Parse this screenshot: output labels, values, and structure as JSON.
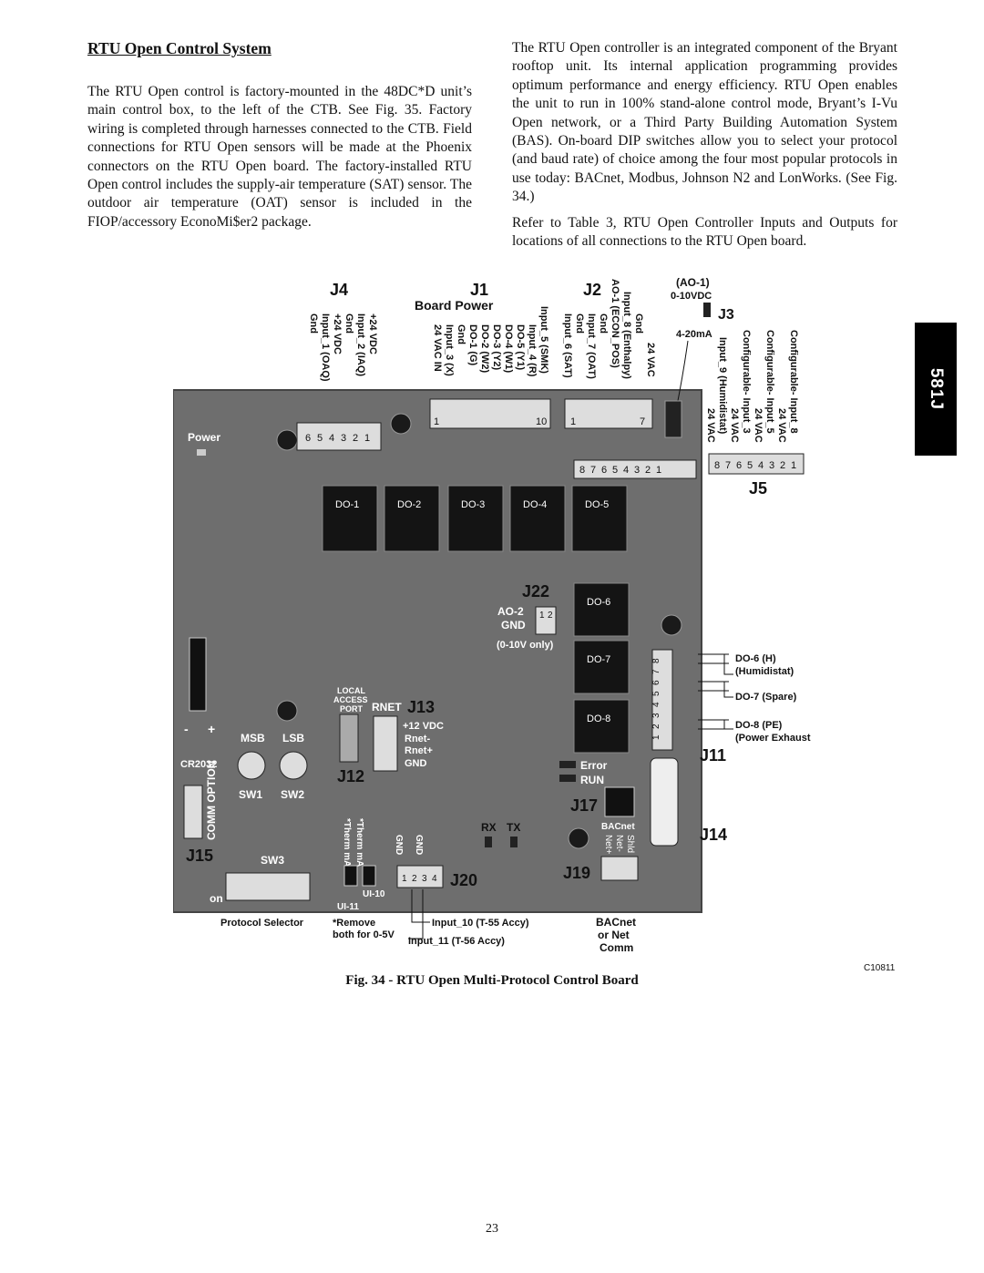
{
  "heading": "RTU Open Control System",
  "left_paragraph": "The RTU Open   control is factory-mounted in the 48DC*D unit’s main control box, to the left of the CTB. See Fig. 35. Factory wiring is completed through harnesses connected to the CTB. Field connections for RTU Open sensors will be made at the Phoenix connectors on the RTU Open board. The factory-installed RTU Open control includes the supply-air temperature (SAT) sensor. The outdoor air temperature (OAT) sensor is included in the FIOP/accessory EconoMi$er2 package.",
  "right_paragraphs": [
    "The RTU Open controller is an integrated component of the Bryant rooftop unit. Its internal application programming provides optimum performance and energy efficiency. RTU Open enables the unit to run in 100% stand-alone control mode, Bryant’s I-Vu Open network, or a Third Party Building Automation System (BAS). On-board DIP switches allow you to select your protocol (and baud rate) of choice among the four most popular protocols in use today: BACnet, Modbus, Johnson N2 and LonWorks. (See Fig. 34.)",
    "Refer to Table 3, RTU Open Controller Inputs and Outputs for locations of all connections to the RTU Open board."
  ],
  "side_tab": "581J",
  "figure": {
    "caption": "Fig. 34 - RTU Open Multi-Protocol Control Board",
    "code": "C10811",
    "j4": {
      "title": "J4",
      "pins": [
        "+24 VDC",
        "Input_2 (IAQ)",
        "Gnd",
        "+24 VDC",
        "Input_1 (OAQ)",
        "Gnd"
      ]
    },
    "j1": {
      "title": "J1",
      "subtitle": "Board Power",
      "pins": [
        "24 VAC IN",
        "Input_3 (X)",
        "Gnd",
        "DO-1 (G)",
        "DO-2 (W2)",
        "DO-3 (Y2)",
        "DO-4 (W1)",
        "DO-5 (Y1)",
        "Input_4 (R)",
        "Input_5 (SMK)"
      ],
      "start": "1",
      "end": "10"
    },
    "j2": {
      "title": "J2",
      "pins": [
        "Input_6 (SAT)",
        "Gnd",
        "Input_7 (OAT)",
        "Gnd",
        "AO-1 (ECON_POS)",
        "Input_8 (Enthalpy)",
        "Gnd",
        "24 VAC"
      ],
      "start": "1",
      "end": "7"
    },
    "ao1": {
      "title": "(AO-1)",
      "vdc": "0-10VDC",
      "ma": "4-20mA",
      "j3": "J3"
    },
    "j5": {
      "title": "J5",
      "pins": [
        "Configurable- Input_8",
        "24 VAC",
        "Configurable- Input_5",
        "24 VAC",
        "Configurable- Input_3",
        "24 VAC",
        "Input_9 (Humidistat)",
        "24 VAC"
      ],
      "strip": [
        "8",
        "7",
        "6",
        "5",
        "4",
        "3",
        "2",
        "1"
      ]
    },
    "power_label": "Power",
    "j4_strip": [
      "6",
      "5",
      "4",
      "3",
      "2",
      "1"
    ],
    "j2_strip": [
      "8",
      "7",
      "6",
      "5",
      "4",
      "3",
      "2",
      "1"
    ],
    "relays": [
      "DO-1",
      "DO-2",
      "DO-3",
      "DO-4",
      "DO-5",
      "DO-6",
      "DO-7",
      "DO-8"
    ],
    "j22": {
      "title": "J22",
      "ao2": "AO-2",
      "gnd": "GND",
      "pins": [
        "1",
        "2"
      ],
      "note": "(0-10V only)"
    },
    "j11": {
      "title": "J11",
      "pins": [
        "1",
        "2",
        "3",
        "4",
        "5",
        "6",
        "7",
        "8"
      ],
      "do6": "DO-6 (H)",
      "do6b": "(Humidistat)",
      "do7": "DO-7 (Spare)",
      "do8": "DO-8 (PE)",
      "do8b": "(Power Exhaust"
    },
    "local_access": [
      "LOCAL",
      "ACCESS",
      "PORT"
    ],
    "rnet": "RNET",
    "j13": {
      "title": "J13",
      "pins": [
        "+12 VDC",
        "Rnet-",
        "Rnet+",
        "GND"
      ]
    },
    "j12": "J12",
    "battery": {
      "minus": "-",
      "plus": "+",
      "label": "CR2032"
    },
    "msb": "MSB",
    "lsb": "LSB",
    "sw1": "SW1",
    "sw2": "SW2",
    "comm_option": "COMM OPTION",
    "j15": "J15",
    "sw3": "SW3",
    "on": "on",
    "error": "Error",
    "run": "RUN",
    "j17": "J17",
    "bacnet": "BACnet",
    "rx": "RX",
    "tx": "TX",
    "j14": "J14",
    "j19": {
      "title": "J19",
      "pins": [
        "Net+",
        "Net-",
        "Shld"
      ]
    },
    "therm_labels": [
      "*Therm mA",
      "*Therm mA",
      "GND",
      "GND"
    ],
    "j20": {
      "title": "J20",
      "pins": [
        "1",
        "2",
        "3",
        "4"
      ]
    },
    "ui10": "UI-10",
    "ui11": "UI-11",
    "protocol_selector": "Protocol Selector",
    "remove_note": [
      "*Remove",
      "both for 0-5V"
    ],
    "input10": "Input_10 (T-55 Accy)",
    "input11": "Input_11 (T-56 Accy)",
    "bacnet_comm": [
      "BACnet",
      "or Net",
      "Comm"
    ]
  },
  "page_number": "23"
}
